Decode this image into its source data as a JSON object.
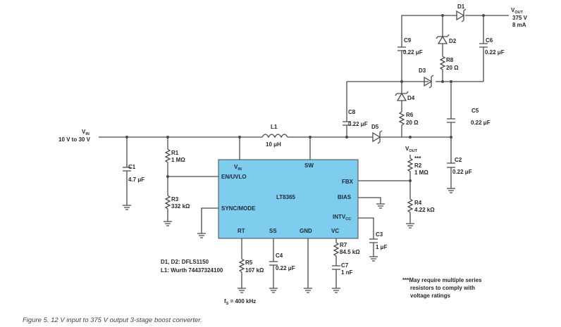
{
  "colors": {
    "ic_fill": "#7fcdee",
    "wire": "#4a4a4a",
    "text": "#262626"
  },
  "vin": {
    "label": "V",
    "label_sub": "IN",
    "range": "10 V to 30 V"
  },
  "vout_top": {
    "label": "V",
    "label_sub": "OUT",
    "voltage": "375 V",
    "current": "8 mA"
  },
  "vout_fb": {
    "label": "V",
    "label_sub": "OUT"
  },
  "ic": {
    "name": "LT8365",
    "pins": {
      "vin": "V",
      "vin_sub": "IN",
      "sw": "SW",
      "en": "EN/UVLO",
      "sync": "SYNC/MODE",
      "fbx": "FBX",
      "bias": "BIAS",
      "intvcc": "INTV",
      "intvcc_sub": "CC",
      "rt": "RT",
      "ss": "SS",
      "gnd": "GND",
      "vc": "VC"
    }
  },
  "components": {
    "L1": {
      "ref": "L1",
      "value": "10 μH"
    },
    "C1": {
      "ref": "C1",
      "value": "4.7 μF"
    },
    "R1": {
      "ref": "R1",
      "value": "1 MΩ"
    },
    "R3": {
      "ref": "R3",
      "value": "332 kΩ"
    },
    "R2": {
      "ref": "R2",
      "value": "1 MΩ",
      "mark": "***"
    },
    "R4": {
      "ref": "R4",
      "value": "4.22 kΩ"
    },
    "R5": {
      "ref": "R5",
      "value": "107 kΩ"
    },
    "R6": {
      "ref": "R6",
      "value": "20 Ω"
    },
    "R7": {
      "ref": "R7",
      "value": "84.5 kΩ"
    },
    "R8": {
      "ref": "R8",
      "value": "20 Ω"
    },
    "C2": {
      "ref": "C2",
      "value": "0.22 μF"
    },
    "C3": {
      "ref": "C3",
      "value": "1 μF"
    },
    "C4": {
      "ref": "C4",
      "value": "0.22 μF"
    },
    "C5": {
      "ref": "C5",
      "value": "0.22 μF"
    },
    "C6": {
      "ref": "C6",
      "value": "0.22 μF"
    },
    "C7": {
      "ref": "C7",
      "value": "1 nF"
    },
    "C8": {
      "ref": "C8",
      "value": "0.22 μF"
    },
    "C9": {
      "ref": "C9",
      "value": "0.22 μF"
    },
    "D1": {
      "ref": "D1"
    },
    "D2": {
      "ref": "D2"
    },
    "D3": {
      "ref": "D3"
    },
    "D4": {
      "ref": "D4"
    },
    "D5": {
      "ref": "D5"
    }
  },
  "notes": {
    "parts_line1": "D1, D2: DFLS1150",
    "parts_line2": "L1: Wurth 74437324100",
    "fs_label": "f",
    "fs_sub": "S",
    "fs_value": " = 400 kHz",
    "series_line1": "***May require multiple series",
    "series_line2": "resistors to comply with",
    "series_line3": "voltage ratings"
  },
  "caption": "Figure 5. 12 V input to 375 V output 3-stage boost converter."
}
